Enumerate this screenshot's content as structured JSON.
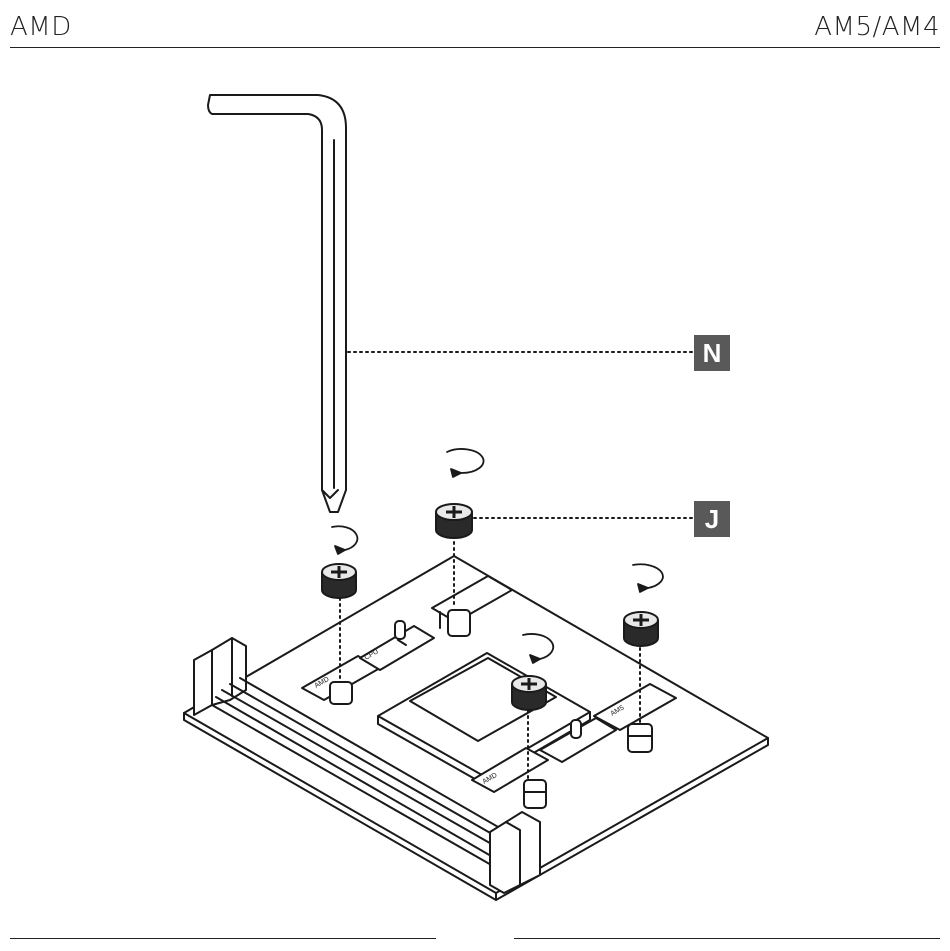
{
  "header": {
    "left": "AMD",
    "right": "AM5/AM4"
  },
  "callouts": {
    "n": "N",
    "j": "J"
  },
  "board_labels": {
    "bracket_text_a": "AMD",
    "bracket_text_b": "CPU",
    "bracket_text_c": "AMD",
    "bracket_text_d": "AM5"
  },
  "colors": {
    "callout_bg": "#595959",
    "line": "#1a1a1a"
  }
}
